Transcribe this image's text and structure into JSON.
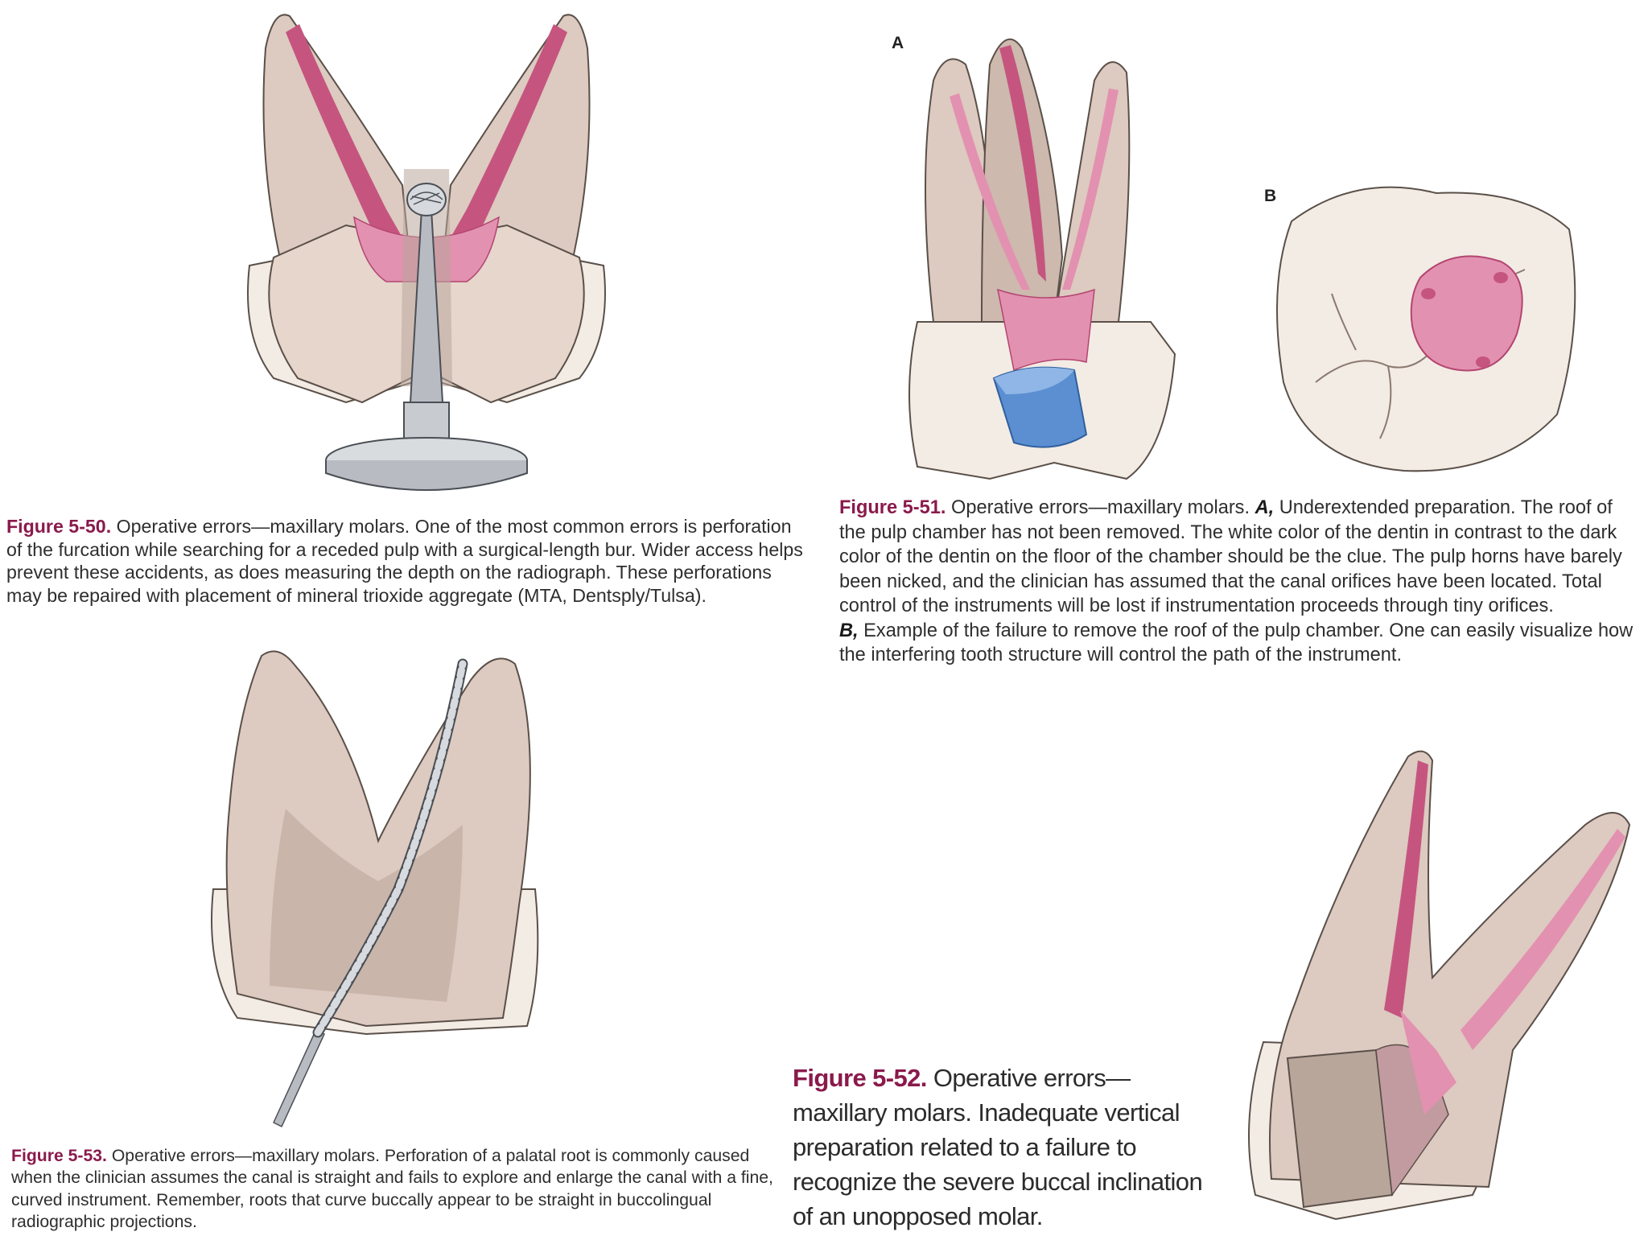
{
  "figures": {
    "fig_5_50": {
      "number": "Figure 5-50.",
      "caption": "Operative errors—maxillary molars. One of the most common errors is perforation of the furcation while searching for a receded pulp with a surgical-length bur. Wider access helps prevent these accidents, as does measuring the depth on the radiograph. These perforations may be repaired with placement of mineral trioxide aggregate (MTA, Dentsply/Tulsa)."
    },
    "fig_5_51": {
      "number": "Figure 5-51.",
      "caption_intro": "Operative errors—maxillary molars.",
      "label_a": "A,",
      "text_a": "Underextended preparation. The roof of the pulp chamber has not been removed. The white color of the dentin in contrast to the dark color of the dentin on the floor of the chamber should be the clue. The pulp horns have barely been nicked, and the clinician has assumed that the canal orifices have been located. Total control of the instruments will be lost if instrumentation proceeds through tiny orifices.",
      "label_b": "B,",
      "text_b": "Example of the failure to remove the roof of the pulp chamber. One can easily visualize how the interfering tooth structure will control the path of the instrument.",
      "panel_a": "A",
      "panel_b": "B"
    },
    "fig_5_52": {
      "number": "Figure 5-52.",
      "caption": "Operative errors—maxillary molars. Inadequate vertical preparation related to a failure to recognize the severe buccal inclination of an unopposed molar."
    },
    "fig_5_53": {
      "number": "Figure 5-53.",
      "caption": "Operative errors—maxillary molars. Perforation of a palatal root is commonly caused when the clinician assumes the canal is straight and fails to explore and enlarge the canal with a fine, curved instrument. Remember, roots that curve buccally appear to be straight in buccolingual radiographic projections."
    }
  },
  "colors": {
    "caption_figure_number": "#8a1a4c",
    "enamel": "#f3ece4",
    "dentin": "#ddcac0",
    "dentin_dark": "#b9a69b",
    "pulp": "#e391b0",
    "pulp_dark": "#c5557f",
    "mta_blue": "#5b8fd1",
    "metal": "#b8bcc2"
  },
  "icons": [
    "bur-instrument-icon",
    "file-instrument-icon",
    "molar-tooth-icon"
  ]
}
